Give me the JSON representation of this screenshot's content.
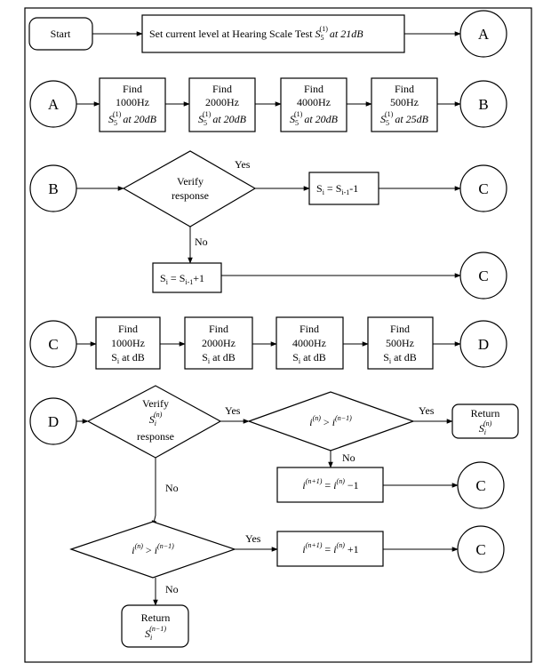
{
  "connectors": {
    "a": "A",
    "b": "B",
    "c": "C",
    "d": "D"
  },
  "start": {
    "label": "Start"
  },
  "set_level": {
    "text": "Set current level at Hearing Scale Test ",
    "math": "S",
    "sub": "5",
    "sup": "(1)",
    "tail": "at 21dB"
  },
  "row2": [
    {
      "l1": "Find",
      "l2": "1000Hz",
      "math": "S",
      "sub": "5",
      "sup": "(1)",
      "tail": "at 20dB"
    },
    {
      "l1": "Find",
      "l2": "2000Hz",
      "math": "S",
      "sub": "5",
      "sup": "(1)",
      "tail": "at 20dB"
    },
    {
      "l1": "Find",
      "l2": "4000Hz",
      "math": "S",
      "sub": "5",
      "sup": "(1)",
      "tail": "at 20dB"
    },
    {
      "l1": "Find",
      "l2": "500Hz",
      "math": "S",
      "sub": "5",
      "sup": "(1)",
      "tail": "at 25dB"
    }
  ],
  "verify1": {
    "l1": "Verify",
    "l2": "response"
  },
  "proc_minus": {
    "lhs": "S",
    "lsub": "i",
    "mid": " = S",
    "rsub": "i-1",
    "tail": "-1"
  },
  "proc_plus": {
    "lhs": "S",
    "lsub": "i",
    "mid": " = S",
    "rsub": "i-1",
    "tail": "+1"
  },
  "row4": [
    {
      "l1": "Find",
      "l2": "1000Hz",
      "s": "S",
      "sub": "i",
      "tail": " at dB"
    },
    {
      "l1": "Find",
      "l2": "2000Hz",
      "s": "S",
      "sub": "i",
      "tail": " at dB"
    },
    {
      "l1": "Find",
      "l2": "4000Hz",
      "s": "S",
      "sub": "i",
      "tail": " at dB"
    },
    {
      "l1": "Find",
      "l2": "500Hz",
      "s": "S",
      "sub": "i",
      "tail": " at dB"
    }
  ],
  "verify2": {
    "l1": "Verify",
    "math": "S",
    "sub": "i",
    "sup": "(n)",
    "l3": "response"
  },
  "compare": {
    "a": "i",
    "asup": "(n)",
    "op": " > ",
    "b": "i",
    "bsup": "(n−1)"
  },
  "update_minus": {
    "a": "i",
    "asup": "(n+1)",
    "op": " = ",
    "b": "i",
    "bsup": "(n)",
    "tail": " −1"
  },
  "update_plus": {
    "a": "i",
    "asup": "(n+1)",
    "op": " = ",
    "b": "i",
    "bsup": "(n)",
    "tail": " +1"
  },
  "return1": {
    "label": "Return",
    "math": "S",
    "sub": "i",
    "sup": "(n)"
  },
  "return2": {
    "label": "Return",
    "math": "S",
    "sub": "i",
    "sup": "(n−1)"
  },
  "labels": {
    "yes": "Yes",
    "no": "No"
  }
}
